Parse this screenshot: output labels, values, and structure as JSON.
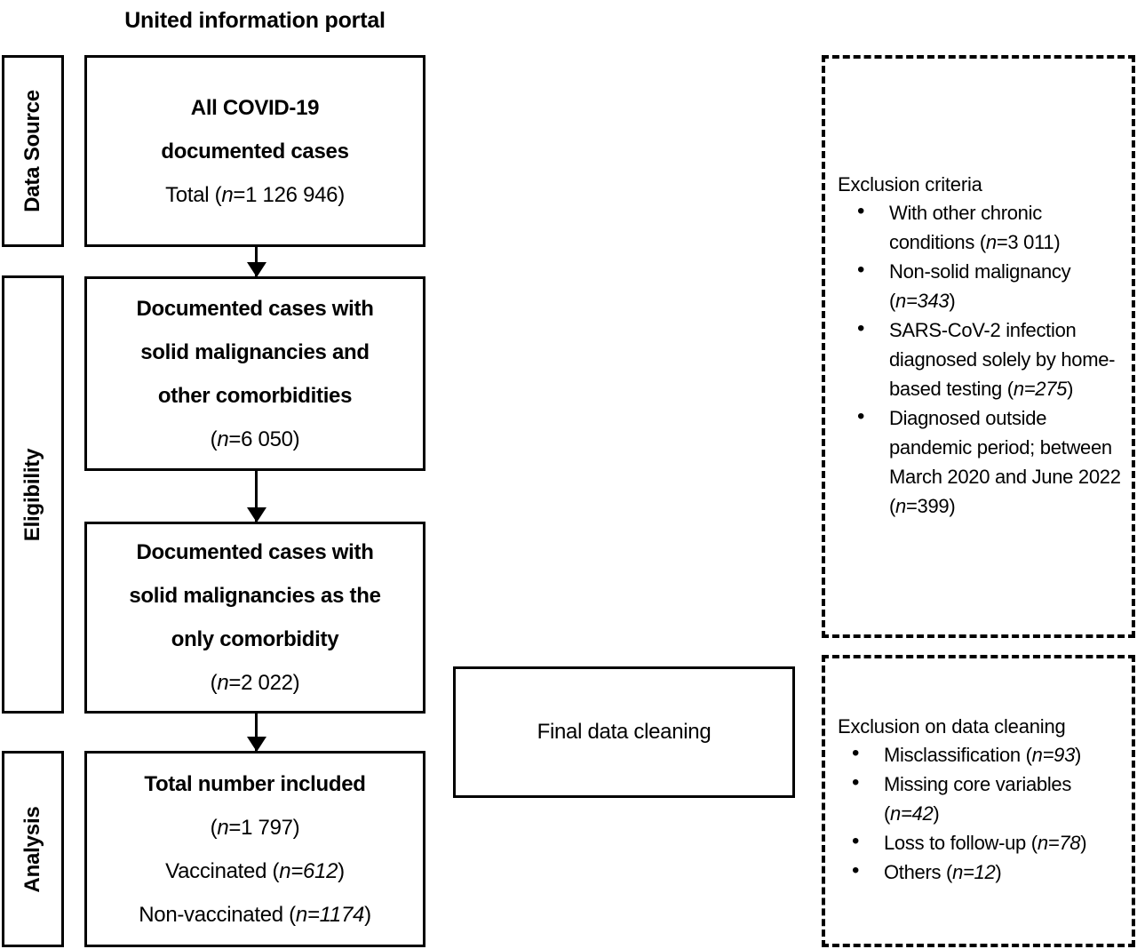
{
  "title": "United information portal",
  "stages": [
    {
      "name": "data-source",
      "label": "Data Source"
    },
    {
      "name": "eligibility",
      "label": "Eligibility"
    },
    {
      "name": "analysis",
      "label": "Analysis"
    }
  ],
  "flow": {
    "box1": {
      "line1": "All COVID-19",
      "line2": "documented cases",
      "line3_prefix": "Total (",
      "line3_n": "n",
      "line3_value": "=1 126 946)"
    },
    "box2": {
      "line1": "Documented cases with",
      "line2": "solid malignancies and",
      "line3": "other comorbidities",
      "line4_prefix": "(",
      "line4_n": "n",
      "line4_value": "=6 050)"
    },
    "box3": {
      "line1": "Documented cases with",
      "line2": "solid malignancies as the",
      "line3": "only comorbidity",
      "line4_prefix": "(",
      "line4_n": "n",
      "line4_value": "=2 022)"
    },
    "box4": {
      "line1": "Total number included",
      "line2_prefix": "(",
      "line2_n": "n",
      "line2_value": "=1 797)",
      "line3_prefix": "Vaccinated (",
      "line3_n": "n",
      "line3_value": "=612",
      "line3_suffix": ")",
      "line4_prefix": "Non-vaccinated (",
      "line4_n": "n",
      "line4_value": "=1174",
      "line4_suffix": ")"
    },
    "final_cleaning": "Final data cleaning"
  },
  "exclusion_criteria": {
    "heading": "Exclusion criteria",
    "items": [
      {
        "text": "With other chronic conditions (",
        "n": "n",
        "value": "=3 011",
        "suffix": ")"
      },
      {
        "text": "Non-solid malignancy (",
        "n": "n",
        "value": "=343",
        "suffix": ")"
      },
      {
        "text": " SARS-CoV-2 infection diagnosed solely by home-based testing (",
        "n": "n",
        "value": "=275",
        "suffix": ")"
      },
      {
        "text": "Diagnosed outside pandemic period; between March 2020 and June 2022 (",
        "n": "n",
        "value": "=399",
        "suffix": ")"
      }
    ]
  },
  "exclusion_cleaning": {
    "heading": "Exclusion on data cleaning",
    "items": [
      {
        "text": "Misclassification (",
        "n": "n",
        "value": "=93",
        "suffix": ")"
      },
      {
        "text": "Missing core variables (",
        "n": "n",
        "value": "=42",
        "suffix": ")"
      },
      {
        "text": "Loss to follow-up (",
        "n": "n",
        "value": "=78",
        "suffix": ")"
      },
      {
        "text": "Others (",
        "n": "n",
        "value": "=12",
        "suffix": ")"
      }
    ]
  },
  "colors": {
    "stroke": "#000000",
    "background": "#ffffff"
  }
}
